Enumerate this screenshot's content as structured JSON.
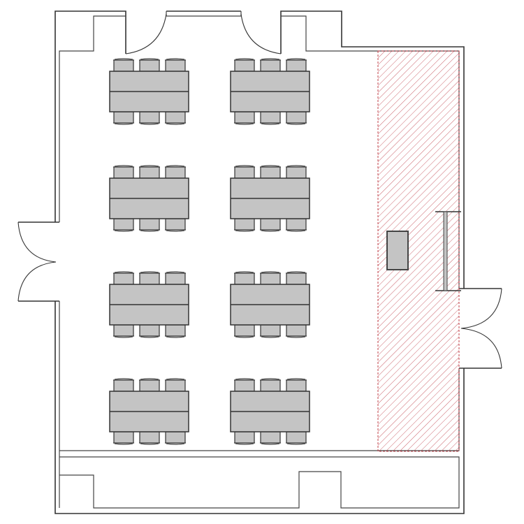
{
  "plan": {
    "table_groups": 8,
    "chairs_per_side": 3,
    "rows": 4,
    "columns": 2
  },
  "colors": {
    "wall": "#333333",
    "furniture_fill": "#c4c4c4",
    "hatch": "#c0404a",
    "background": "#ffffff"
  }
}
